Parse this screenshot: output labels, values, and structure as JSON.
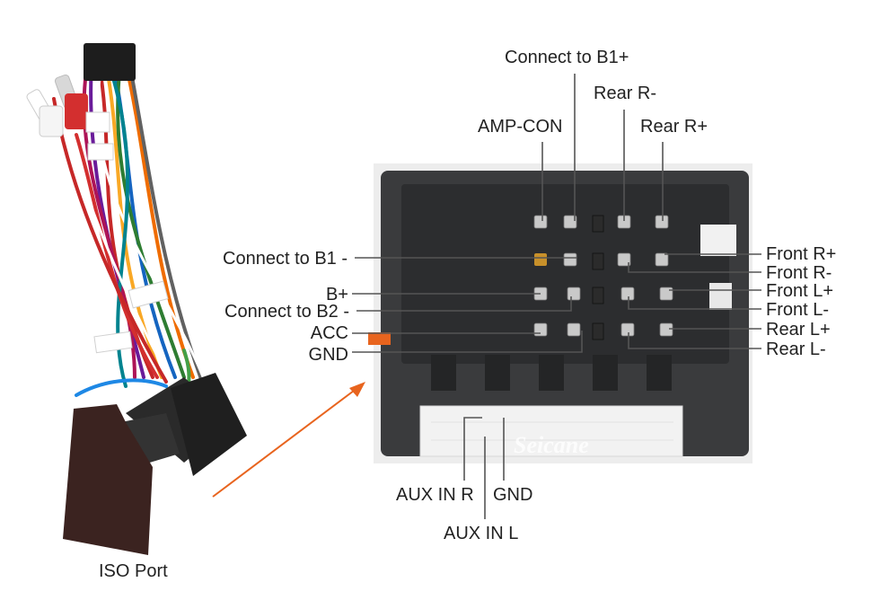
{
  "caption": "ISO Port",
  "watermark": "Seicane",
  "colors": {
    "arrow": "#e8641e",
    "connector_body": "#3a3b3d",
    "connector_inner": "#2c2d2f",
    "module_box": "#3b2320",
    "label_text": "#222222"
  },
  "labels": {
    "connect_b1_plus": "Connect to B1+",
    "rear_r_minus": "Rear R-",
    "amp_con": "AMP-CON",
    "rear_r_plus": "Rear R+",
    "connect_b1_minus": "Connect to B1 -",
    "b_plus": "B+",
    "connect_b2_minus": "Connect to B2 -",
    "acc": "ACC",
    "gnd_left": "GND",
    "front_r_plus": "Front R+",
    "front_r_minus": "Front R-",
    "front_l_plus": "Front L+",
    "front_l_minus": "Front L-",
    "rear_l_plus": "Rear L+",
    "rear_l_minus": "Rear L-",
    "aux_in_r": "AUX IN R",
    "gnd_bottom": "GND",
    "aux_in_l": "AUX IN L"
  }
}
